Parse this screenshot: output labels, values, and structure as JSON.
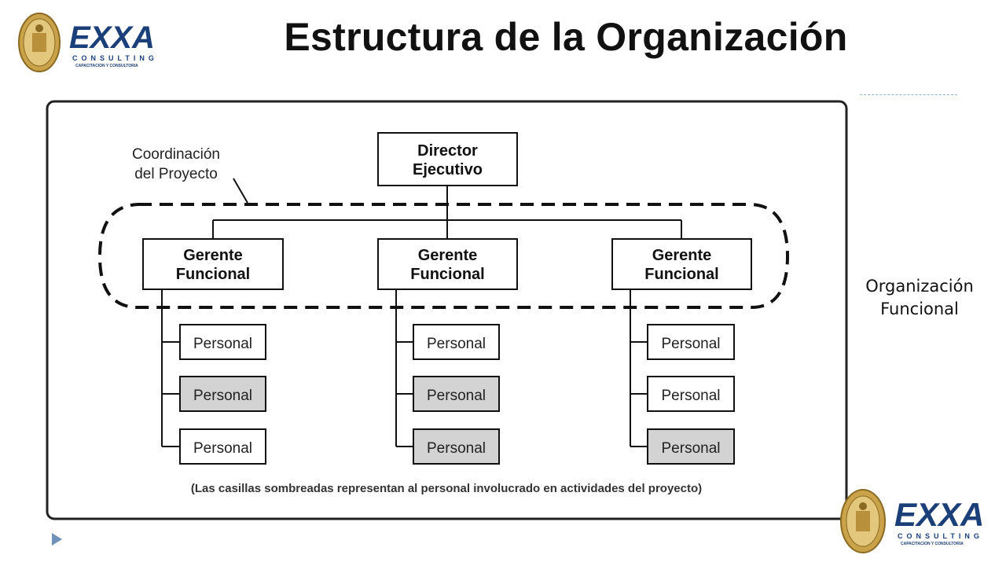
{
  "slide": {
    "title": "Estructura de la Organización",
    "side_note": [
      "Organización",
      "Funcional"
    ]
  },
  "logo": {
    "brand": "EXXA",
    "sub": "CONSULTING",
    "tagline": "CAPACITACION Y CONSULTORIA"
  },
  "diagram": {
    "director": [
      "Director",
      "Ejecutivo"
    ],
    "coordination": [
      "Coordinación",
      "del Proyecto"
    ],
    "managers": [
      {
        "label": [
          "Gerente",
          "Funcional"
        ],
        "staff": [
          {
            "label": "Personal",
            "shaded": false
          },
          {
            "label": "Personal",
            "shaded": true
          },
          {
            "label": "Personal",
            "shaded": false
          }
        ]
      },
      {
        "label": [
          "Gerente",
          "Funcional"
        ],
        "staff": [
          {
            "label": "Personal",
            "shaded": false
          },
          {
            "label": "Personal",
            "shaded": true
          },
          {
            "label": "Personal",
            "shaded": true
          }
        ]
      },
      {
        "label": [
          "Gerente",
          "Funcional"
        ],
        "staff": [
          {
            "label": "Personal",
            "shaded": false
          },
          {
            "label": "Personal",
            "shaded": false
          },
          {
            "label": "Personal",
            "shaded": true
          }
        ]
      }
    ],
    "footnote": "(Las casillas sombreadas representan al personal involucrado en actividades del proyecto)",
    "colors": {
      "shaded": "#d3d3d3",
      "plain": "#ffffff",
      "line": "#111111"
    }
  }
}
